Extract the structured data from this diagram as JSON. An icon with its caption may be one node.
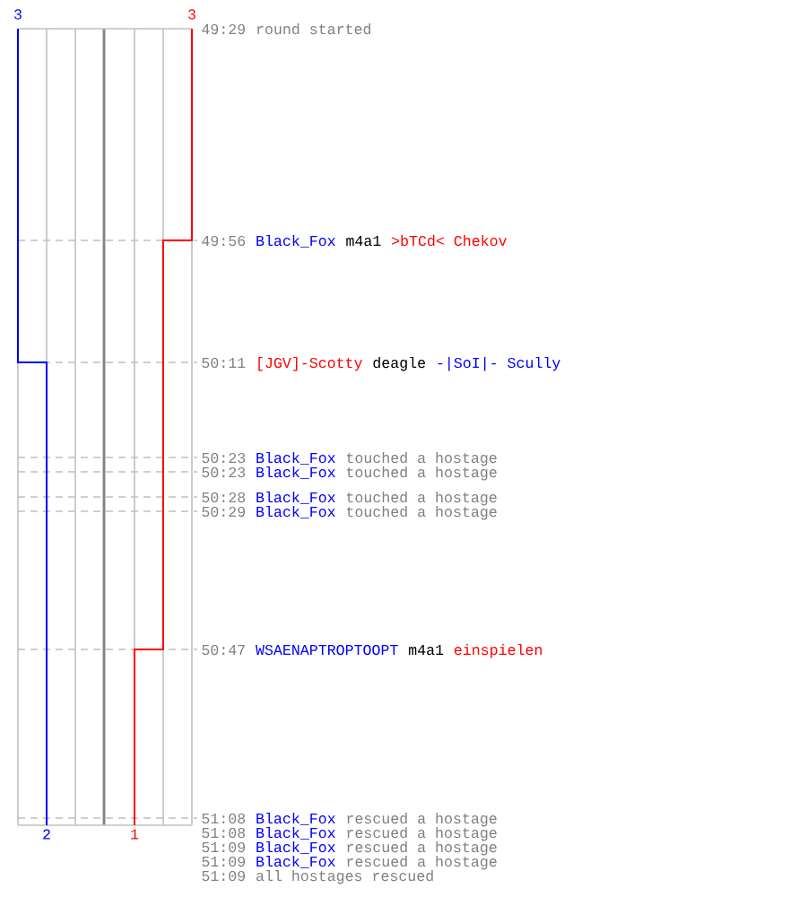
{
  "diagram": {
    "labels": [
      "3",
      "3",
      "49:29",
      "round started",
      "49:56",
      "Black_Fox",
      "m4a1",
      ">bTCd< Chekov",
      "50:11",
      "[JGV]-Scotty",
      "deagle",
      "-|SoI|- Scully",
      "50:23",
      "Black_Fox",
      "touched a hostage",
      "50:23",
      "Black_Fox",
      "touched a hostage",
      "50:28",
      "Black_Fox",
      "touched a hostage",
      "50:29",
      "Black_Fox",
      "touched a hostage",
      "50:47",
      "WSAENAPTROPTOOPT",
      "m4a1",
      "einspielen",
      "51:08",
      "Black_Fox",
      "rescued a hostage",
      "51:08",
      "Black_Fox",
      "rescued a hostage",
      "51:09",
      "Black_Fox",
      "rescued a hostage",
      "51:09",
      "Black_Fox",
      "rescued a hostage",
      "51:09",
      "all hostages rescued",
      "2",
      "1"
    ]
  }
}
